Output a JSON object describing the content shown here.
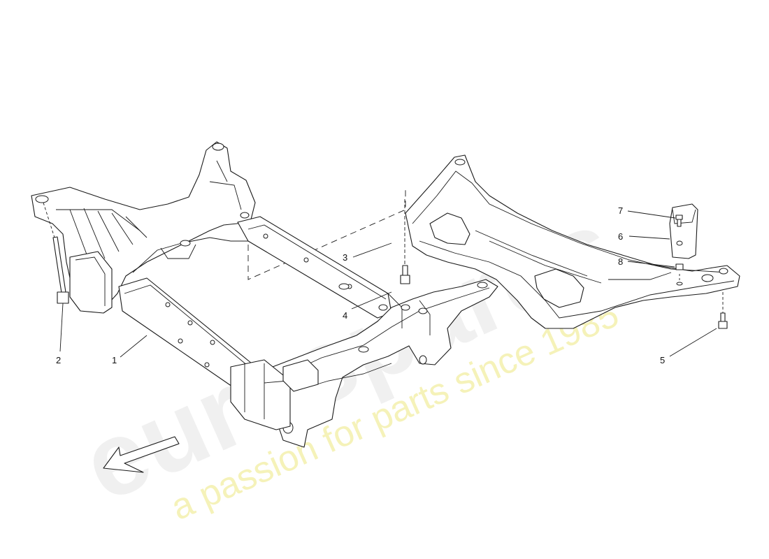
{
  "callouts": [
    {
      "id": "callout-1",
      "text": "1"
    },
    {
      "id": "callout-2",
      "text": "2"
    },
    {
      "id": "callout-3",
      "text": "3"
    },
    {
      "id": "callout-4",
      "text": "4"
    },
    {
      "id": "callout-5",
      "text": "5"
    },
    {
      "id": "callout-6",
      "text": "6"
    },
    {
      "id": "callout-7",
      "text": "7"
    },
    {
      "id": "callout-8",
      "text": "8"
    }
  ],
  "watermark": {
    "logo": "eurospares",
    "tagline": "a passion for parts since 1985",
    "logo_color": "#e4e4e4",
    "tagline_color": "#efe98a"
  },
  "icons": {
    "direction_arrow": "arrow-direction-icon"
  }
}
